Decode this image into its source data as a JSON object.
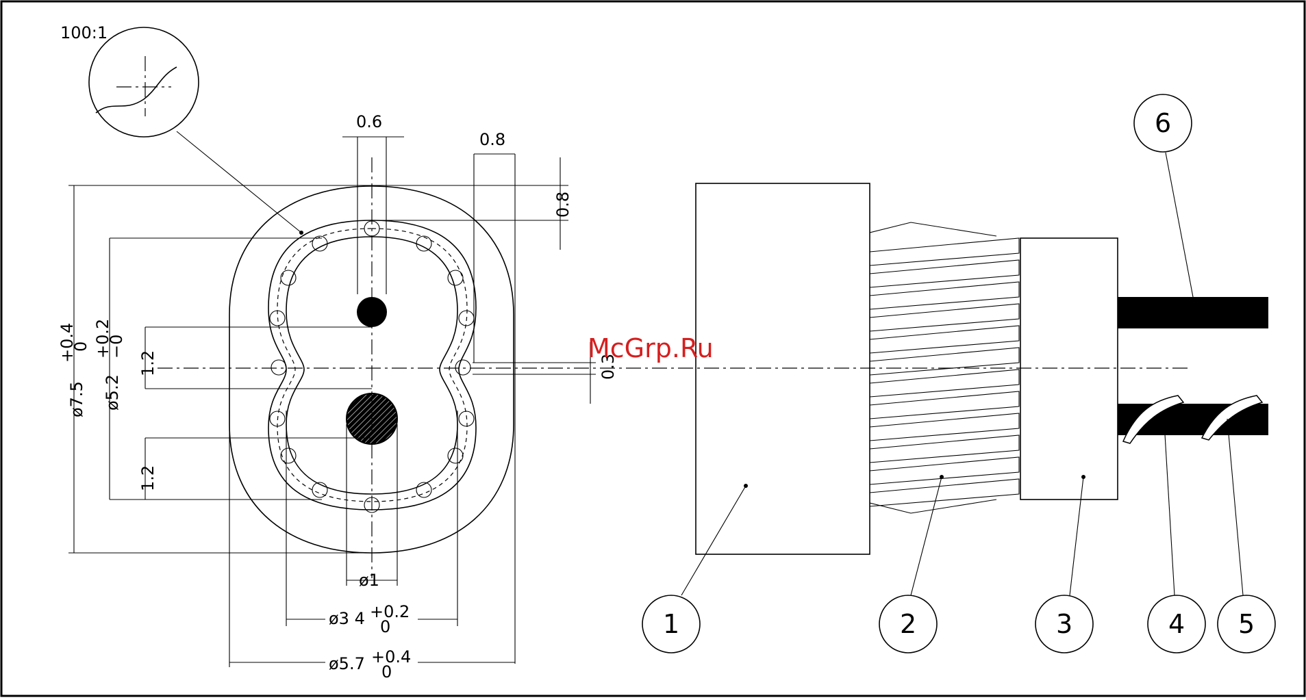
{
  "scale_note": "100:1",
  "watermark": "McGrp.Ru",
  "dimensions": {
    "top_width_1": "0.6",
    "top_width_2": "0.8",
    "right_vertical": "0.8",
    "center_small": "0.3",
    "outer_diameter": "ø7.5",
    "outer_tol_upper": "+0.4",
    "outer_tol_lower": "0",
    "inner_diameter": "ø5.2",
    "inner_tol_upper": "+0.2",
    "inner_tol_lower": "−0",
    "pitch_upper": "1.2",
    "pitch_lower": "1.2",
    "conductor_diameter": "ø1",
    "mid_diameter": "ø3 4",
    "mid_tol_upper": "+0.2",
    "mid_tol_lower": "0",
    "bottom_diameter": "ø5.7",
    "bottom_tol_upper": "+0.4",
    "bottom_tol_lower": "0"
  },
  "callouts": [
    "1",
    "2",
    "3",
    "4",
    "5",
    "6"
  ],
  "colors": {
    "line": "#000000",
    "watermark": "#d61f1f",
    "background": "#ffffff"
  }
}
